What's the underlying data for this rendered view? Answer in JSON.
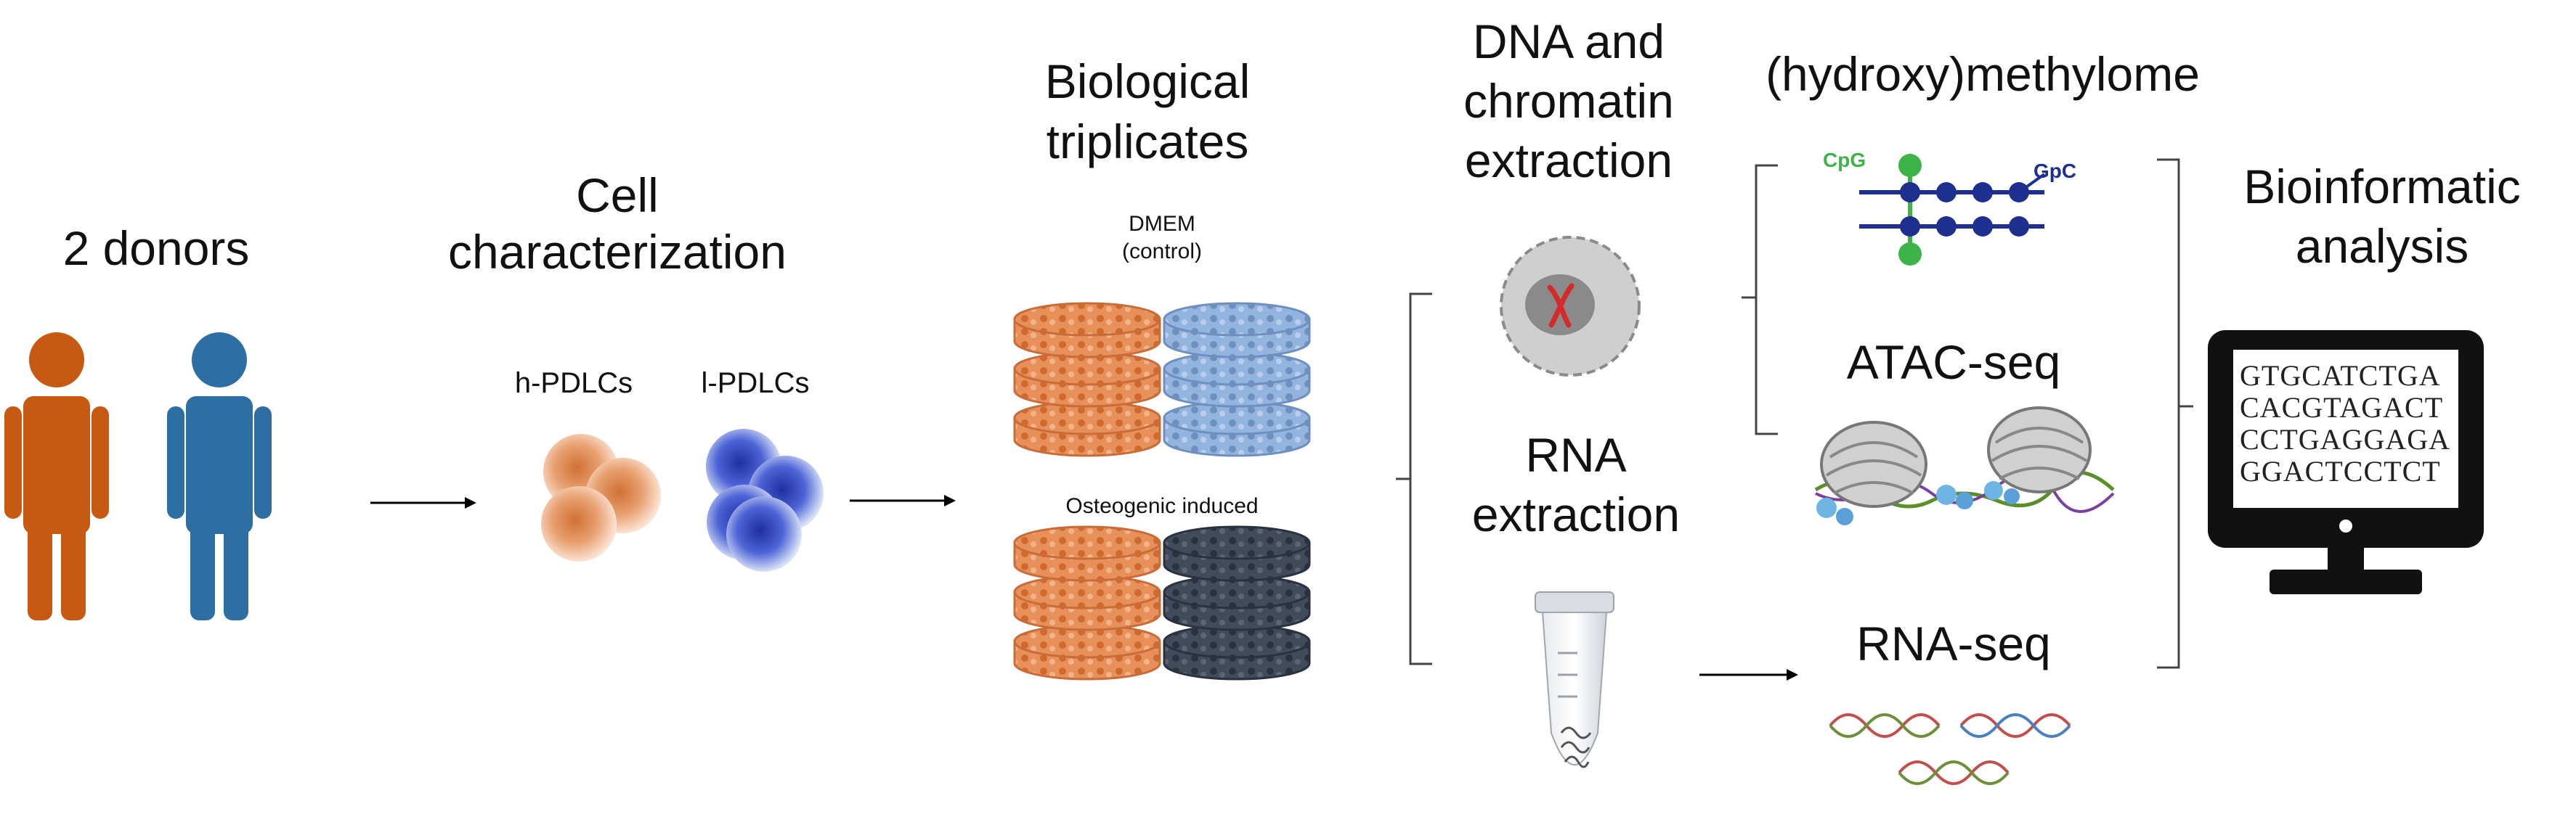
{
  "diagram": {
    "steps": {
      "donors": "2 donors",
      "cell_char_line1": "Cell",
      "cell_char_line2": "characterization",
      "triplicates_line1": "Biological",
      "triplicates_line2": "triplicates",
      "dna_line1": "DNA and",
      "dna_line2": "chromatin",
      "dna_line3": "extraction",
      "rna_line1": "RNA",
      "rna_line2": "extraction",
      "methylome": "(hydroxy)methylome",
      "atac": "ATAC-seq",
      "rnaseq": "RNA-seq",
      "bioinf_line1": "Bioinformatic",
      "bioinf_line2": "analysis"
    },
    "labels": {
      "h_pdlc": "h-PDLCs",
      "l_pdlc": "l-PDLCs",
      "dmem_line1": "DMEM",
      "dmem_line2": "(control)",
      "osteogenic": "Osteogenic induced",
      "cpg": "CpG",
      "gpc": "GpC"
    },
    "screen_sequences": [
      "GTGCATCTGA",
      "CACGTAGACT",
      "CCTGAGGAGA",
      "GGACTCCTCT"
    ],
    "colors": {
      "orange": "#c65a12",
      "blue": "#2e6fa3",
      "dish_blue": "#8fb0dc",
      "dish_dark": "#3a4452",
      "methyl_green": "#3db34a",
      "methyl_navy": "#1f2f8f"
    }
  }
}
